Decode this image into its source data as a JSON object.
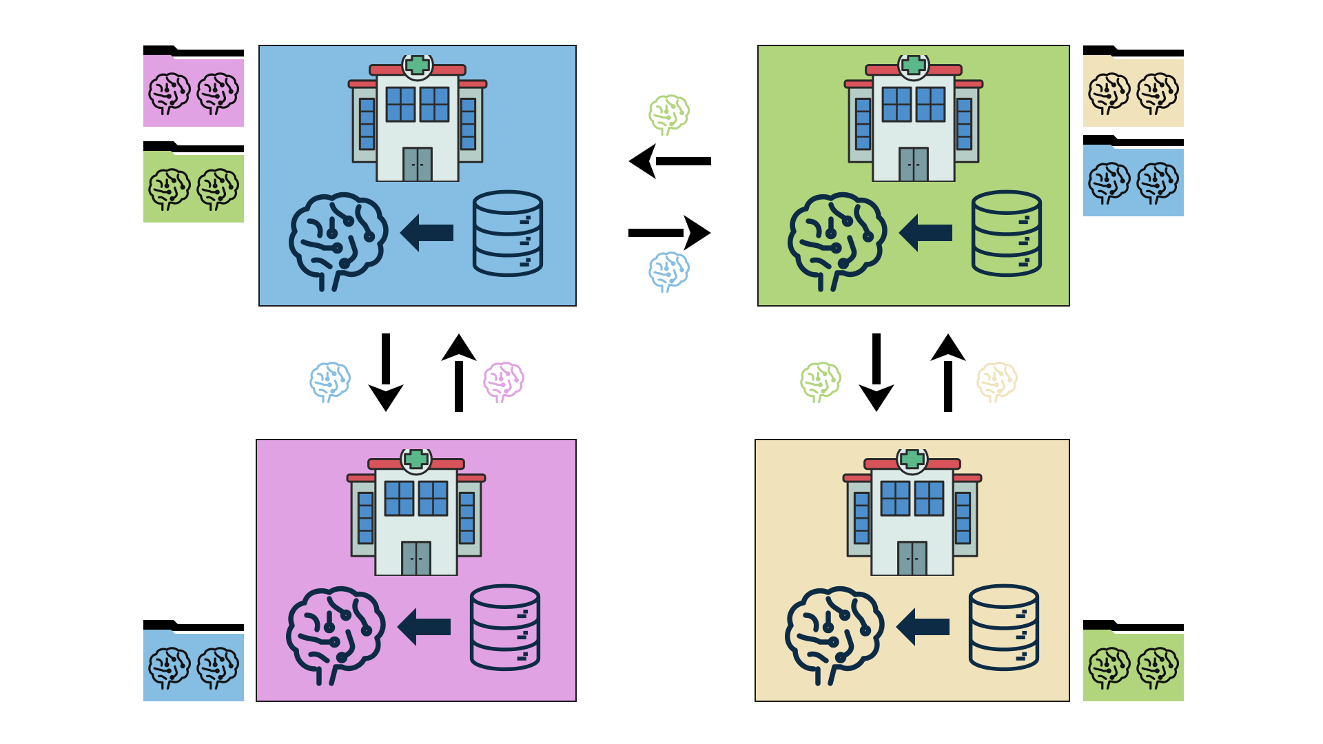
{
  "diagram": {
    "description_free": true,
    "colors": {
      "blue": "#85bde3",
      "green": "#b1d57d",
      "pink": "#e1a2e3",
      "cream": "#f0e3bc",
      "navy": "#0d2b45",
      "arrow": "#000000",
      "roof": "#d9535a",
      "building_wall": "#dcebe8",
      "building_side": "#b5ccc7",
      "window": "#4d8fcc",
      "cross_green": "#5cb88a",
      "door": "#7a9ca3"
    },
    "sites": [
      {
        "id": "top-left",
        "color": "blue",
        "folders": [
          "pink",
          "green"
        ]
      },
      {
        "id": "top-right",
        "color": "green",
        "folders": [
          "cream",
          "blue"
        ]
      },
      {
        "id": "bottom-left",
        "color": "pink",
        "folders": [
          "blue"
        ]
      },
      {
        "id": "bottom-right",
        "color": "cream",
        "folders": [
          "green"
        ]
      }
    ],
    "exchanges": [
      {
        "id": "tr-to-tl",
        "direction": "left",
        "model_color": "green"
      },
      {
        "id": "tl-to-tr",
        "direction": "right",
        "model_color": "blue"
      },
      {
        "id": "tl-to-bl",
        "direction": "down",
        "model_color": "blue"
      },
      {
        "id": "bl-to-tl",
        "direction": "up",
        "model_color": "pink"
      },
      {
        "id": "tr-to-br",
        "direction": "down",
        "model_color": "green"
      },
      {
        "id": "br-to-tr",
        "direction": "up",
        "model_color": "cream"
      }
    ],
    "icons": [
      "hospital-icon",
      "brain-icon",
      "database-icon",
      "folder-icon",
      "arrow-icon"
    ]
  }
}
